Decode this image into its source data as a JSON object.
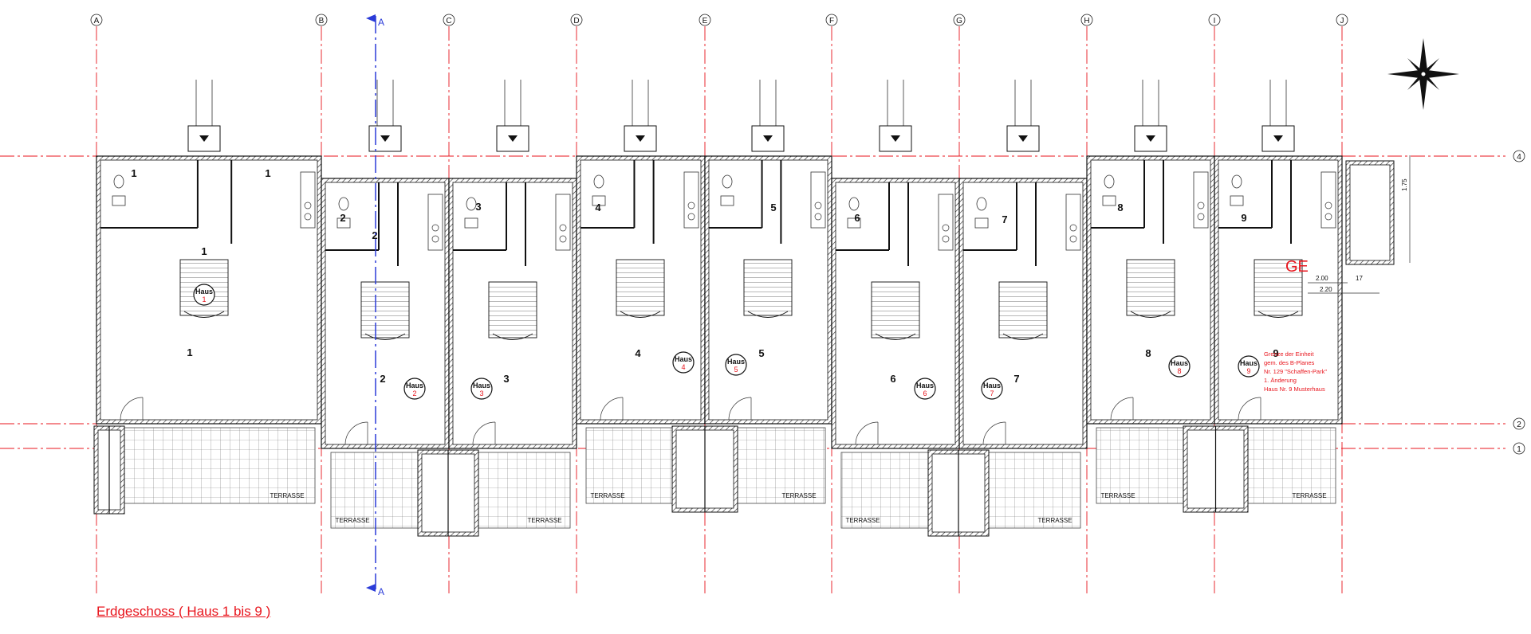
{
  "plan": {
    "title": "Erdgeschoss ( Haus 1 bis 9 )",
    "grid_columns": [
      "A",
      "B",
      "C",
      "D",
      "E",
      "F",
      "G",
      "H",
      "I",
      "J"
    ],
    "grid_rows": [
      "4",
      "2",
      "1"
    ],
    "section_label": "A",
    "special_label": "GE",
    "terrace_label": "TERRASSE",
    "house_label": "Haus",
    "houses": [
      "1",
      "2",
      "3",
      "4",
      "5",
      "6",
      "7",
      "8",
      "9"
    ],
    "legend_lines": [
      "Grenze der Einheit",
      "gem. des B-Planes",
      "Nr. 129 \"Schaffen-Park\"",
      "1. Änderung",
      "Haus Nr. 9 Musterhaus"
    ],
    "dimensions": [
      "2.00",
      "2.20",
      "1.75",
      "17"
    ],
    "colors": {
      "wall": "#111111",
      "grid_line": "#e8141c",
      "section_line": "#2b3cd8",
      "annotation": "#e8141c",
      "fine_line": "#555555"
    },
    "icons": [
      "north-arrow-icon",
      "section-marker-icon"
    ]
  }
}
